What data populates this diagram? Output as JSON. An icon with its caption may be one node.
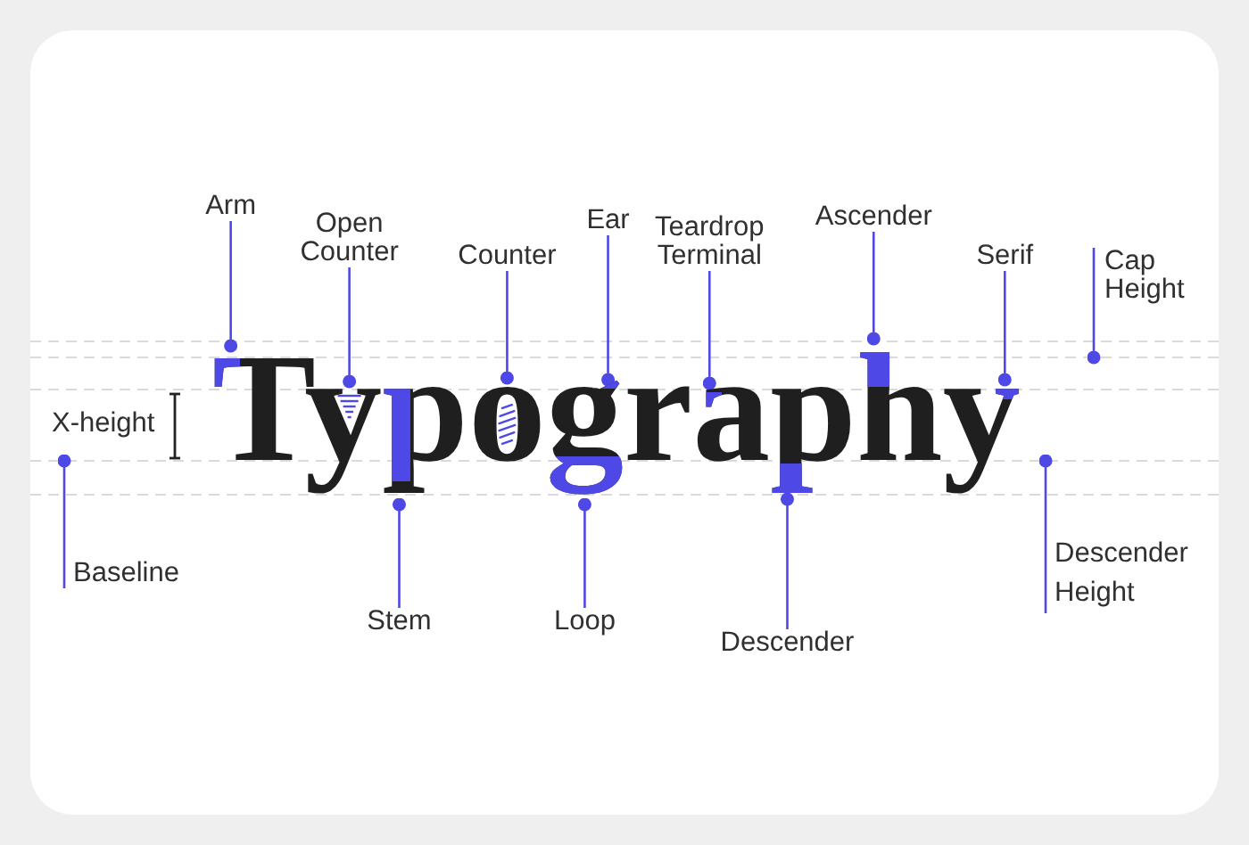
{
  "diagram": {
    "nodes": [
      {
        "text": [
          "Arm"
        ]
      },
      {
        "text": [
          "Open Counter"
        ]
      },
      {
        "text": [
          "Counter"
        ]
      },
      {
        "text": [
          "Ear"
        ]
      },
      {
        "text": [
          "Teardrop Terminal"
        ]
      },
      {
        "text": [
          "Ascender"
        ]
      },
      {
        "text": [
          "Serif"
        ]
      },
      {
        "text": [
          "Cap Height"
        ]
      },
      {
        "text": [],
        "shape": "line"
      },
      {
        "text": [
          "Typography"
        ]
      },
      {
        "text": [],
        "shape": "line"
      },
      {
        "text": [
          "Baseline"
        ]
      },
      {
        "text": [
          "Stem"
        ]
      },
      {
        "text": [
          "Loop"
        ]
      },
      {
        "text": [
          "Descender"
        ]
      },
      {
        "text": [
          "Descender Height"
        ]
      }
    ],
    "edges": [
      {
        "from": 0,
        "to": 9,
        "arrow": "other"
      },
      {
        "from": 1,
        "to": 9,
        "arrow": "other"
      },
      {
        "from": 2,
        "to": 9,
        "arrow": "other"
      },
      {
        "from": 3,
        "to": 9,
        "arrow": "other"
      },
      {
        "from": 4,
        "to": 9,
        "arrow": "other"
      },
      {
        "from": 5,
        "to": 9,
        "arrow": "other"
      },
      {
        "from": 6,
        "to": 9,
        "arrow": "other"
      },
      {
        "from": 7,
        "to": 8,
        "arrow": "other"
      },
      {
        "from": 11,
        "to": 10,
        "arrow": "other"
      },
      {
        "from": 12,
        "to": 9,
        "arrow": "other"
      },
      {
        "from": 13,
        "to": 9,
        "arrow": "other"
      },
      {
        "from": 14,
        "to": 9,
        "arrow": "other"
      },
      {
        "from": 15,
        "to": 10,
        "arrow": "other"
      }
    ],
    "labels": [
      "X-height"
    ]
  }
}
